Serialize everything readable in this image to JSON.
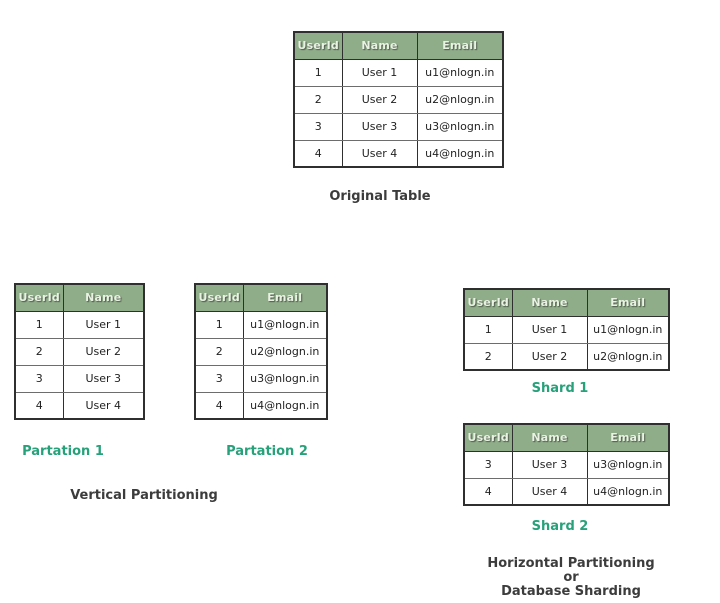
{
  "colors": {
    "header_bg": "#8fad88",
    "header_text": "#e9f2e3",
    "label_teal": "#27a17a",
    "caption_text": "#3c3c3c",
    "table_border": "#2f2f2f"
  },
  "tables": {
    "original": {
      "headers": [
        "UserId",
        "Name",
        "Email"
      ],
      "rows": [
        [
          "1",
          "User 1",
          "u1@nlogn.in"
        ],
        [
          "2",
          "User 2",
          "u2@nlogn.in"
        ],
        [
          "3",
          "User 3",
          "u3@nlogn.in"
        ],
        [
          "4",
          "User 4",
          "u4@nlogn.in"
        ]
      ],
      "caption": "Original Table"
    },
    "partation1": {
      "headers": [
        "UserId",
        "Name"
      ],
      "rows": [
        [
          "1",
          "User 1"
        ],
        [
          "2",
          "User 2"
        ],
        [
          "3",
          "User 3"
        ],
        [
          "4",
          "User 4"
        ]
      ],
      "label": "Partation 1"
    },
    "partation2": {
      "headers": [
        "UserId",
        "Email"
      ],
      "rows": [
        [
          "1",
          "u1@nlogn.in"
        ],
        [
          "2",
          "u2@nlogn.in"
        ],
        [
          "3",
          "u3@nlogn.in"
        ],
        [
          "4",
          "u4@nlogn.in"
        ]
      ],
      "label": "Partation 2"
    },
    "shard1": {
      "headers": [
        "UserId",
        "Name",
        "Email"
      ],
      "rows": [
        [
          "1",
          "User 1",
          "u1@nlogn.in"
        ],
        [
          "2",
          "User 2",
          "u2@nlogn.in"
        ]
      ],
      "label": "Shard 1"
    },
    "shard2": {
      "headers": [
        "UserId",
        "Name",
        "Email"
      ],
      "rows": [
        [
          "3",
          "User 3",
          "u3@nlogn.in"
        ],
        [
          "4",
          "User 4",
          "u4@nlogn.in"
        ]
      ],
      "label": "Shard 2"
    }
  },
  "captions": {
    "vertical": "Vertical Partitioning",
    "horizontal_lines": [
      "Horizontal Partitioning",
      "or",
      "Database Sharding"
    ]
  }
}
